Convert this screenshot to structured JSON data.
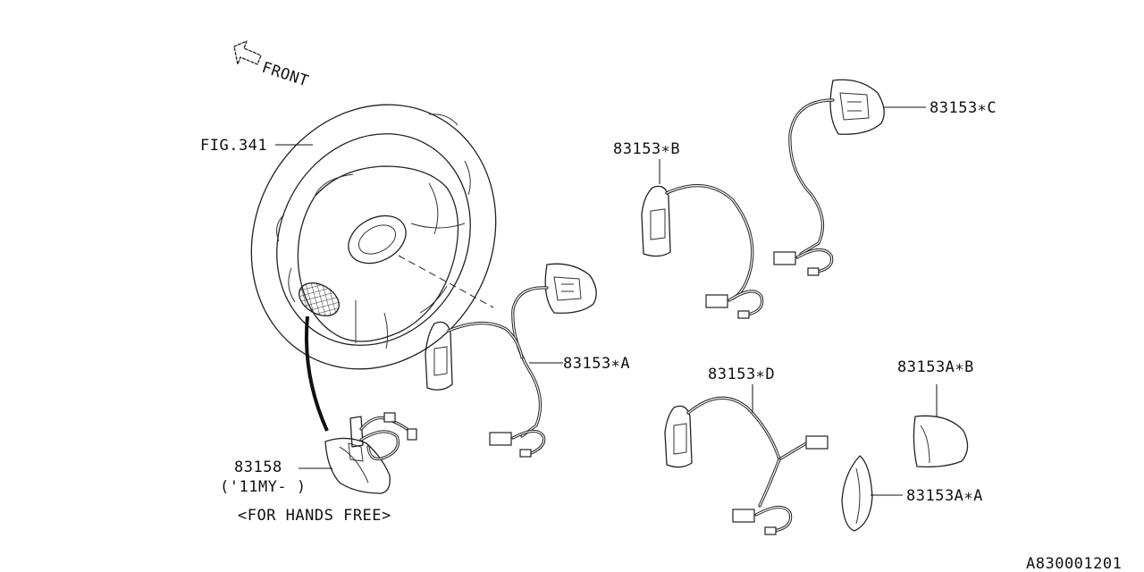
{
  "direction_label": "FRONT",
  "labels": {
    "fig_ref": "FIG.341",
    "switch_a": "83153∗A",
    "switch_b": "83153∗B",
    "switch_c": "83153∗C",
    "switch_d": "83153∗D",
    "cover_a": "83153A∗A",
    "cover_b": "83153A∗B",
    "hands_free_part": "83158",
    "hands_free_model": "('11MY- )",
    "hands_free_note": "<FOR HANDS FREE>"
  },
  "diagram_id": "A830001201"
}
